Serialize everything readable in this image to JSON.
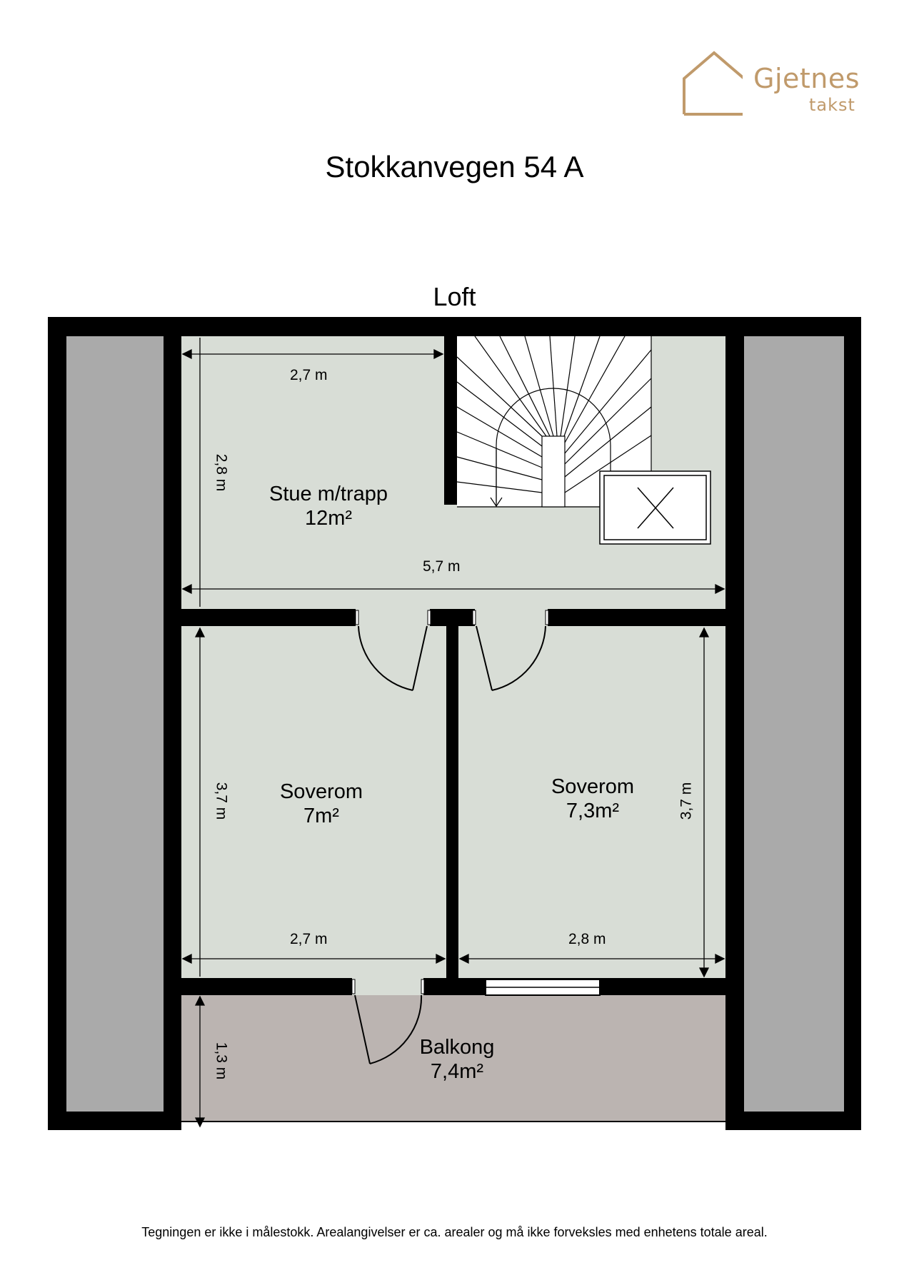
{
  "logo": {
    "name": "Gjetnes",
    "sub": "takst",
    "color": "#c09a6b",
    "icon": "house-outline-icon"
  },
  "address": "Stokkanvegen 54 A",
  "level": "Loft",
  "rooms": {
    "stue": {
      "name": "Stue m/trapp",
      "area": "12m²"
    },
    "soverom_left": {
      "name": "Soverom",
      "area": "7m²"
    },
    "soverom_right": {
      "name": "Soverom",
      "area": "7,3m²"
    },
    "balkong": {
      "name": "Balkong",
      "area": "7,4m²"
    }
  },
  "dimensions": {
    "stue_width": "2,7 m",
    "stue_depth": "2,8 m",
    "total_width": "5,7 m",
    "soverom_left_depth": "3,7 m",
    "soverom_left_width": "2,7 m",
    "soverom_right_depth": "3,7 m",
    "soverom_right_width": "2,8 m",
    "balkong_depth": "1,3 m"
  },
  "colors": {
    "wall": "#000000",
    "floor": "#d8ddd6",
    "low_ceiling": "#aaaaaa",
    "balcony": "#bbb4b1"
  },
  "disclaimer": "Tegningen er ikke i målestokk. Arealangivelser er ca. arealer og må ikke forveksles med enhetens totale areal."
}
